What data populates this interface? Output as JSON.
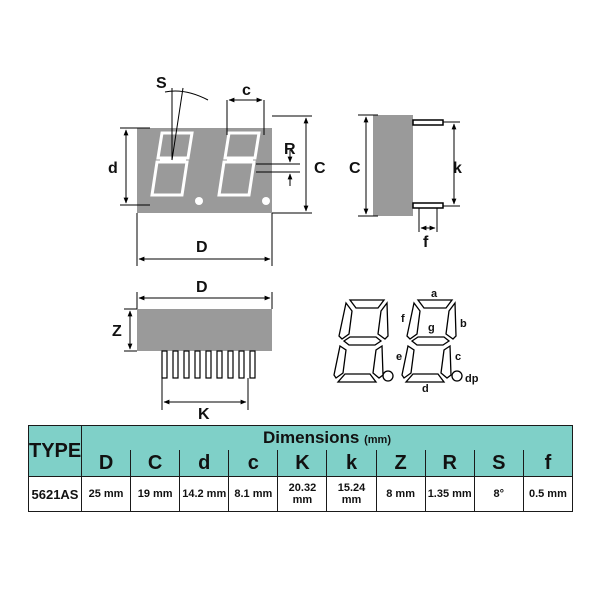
{
  "diagram": {
    "front_labels": {
      "S": "S",
      "c": "c",
      "R": "R",
      "d": "d",
      "C": "C",
      "D": "D"
    },
    "side_labels": {
      "C": "C",
      "k": "k",
      "f": "f"
    },
    "bottom_labels": {
      "D": "D",
      "Z": "Z",
      "K": "K"
    },
    "segment_labels": {
      "a": "a",
      "b": "b",
      "c": "c",
      "d": "d",
      "e": "e",
      "f": "f",
      "g": "g",
      "dp": "dp"
    }
  },
  "table": {
    "type_header": "TYPE",
    "dimensions_title": "Dimensions",
    "dimensions_unit": "(mm)",
    "columns": [
      "D",
      "C",
      "d",
      "c",
      "K",
      "k",
      "Z",
      "R",
      "S",
      "f"
    ],
    "rows": [
      {
        "type": "5621AS",
        "values": [
          "25 mm",
          "19 mm",
          "14.2 mm",
          "8.1 mm",
          "20.32 mm",
          "15.24 mm",
          "8 mm",
          "1.35 mm",
          "8°",
          "0.5 mm"
        ]
      }
    ]
  },
  "colors": {
    "body": "#9a9a9a",
    "header": "#7fd0c8",
    "segment": "#ffffff",
    "line": "#000000"
  }
}
